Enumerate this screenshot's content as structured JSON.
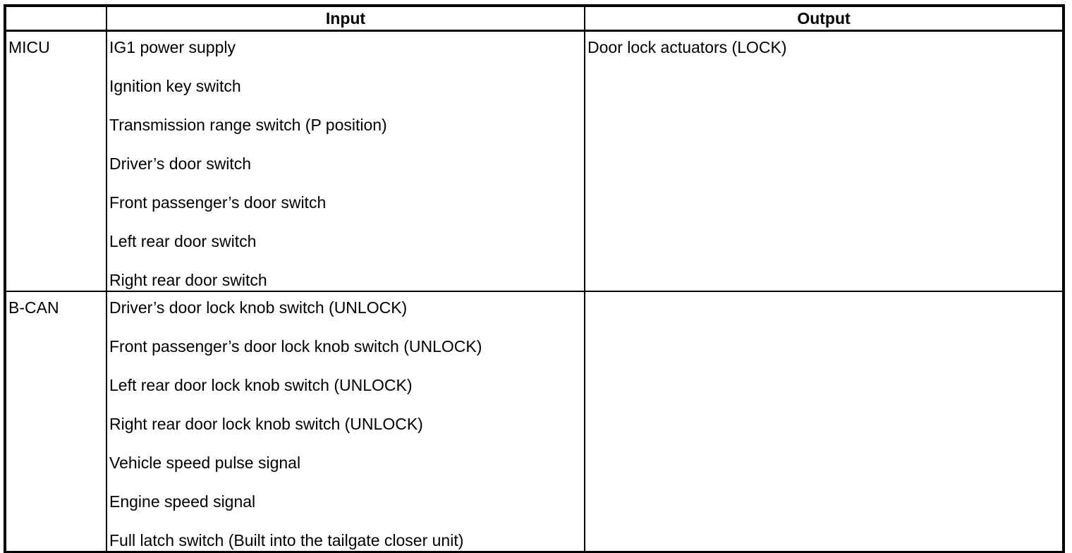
{
  "table": {
    "headers": {
      "source": "",
      "input": "Input",
      "output": "Output"
    },
    "rows": [
      {
        "source": "MICU",
        "inputs": [
          "IG1 power supply",
          "Ignition key switch",
          "Transmission range switch (P position)",
          "Driver’s door switch",
          "Front passenger’s door switch",
          "Left rear door switch",
          "Right rear door switch"
        ],
        "output": "Door lock actuators (LOCK)"
      },
      {
        "source": "B-CAN",
        "inputs": [
          "Driver’s door lock knob switch (UNLOCK)",
          "Front passenger’s door lock knob switch (UNLOCK)",
          "Left rear door lock knob switch (UNLOCK)",
          "Right rear door lock knob switch (UNLOCK)",
          "Vehicle speed pulse signal",
          "Engine speed signal",
          "Full latch switch (Built into the tailgate closer unit)"
        ],
        "output": ""
      }
    ],
    "colors": {
      "border": "#000000",
      "text": "#000000",
      "background": "#ffffff"
    }
  }
}
